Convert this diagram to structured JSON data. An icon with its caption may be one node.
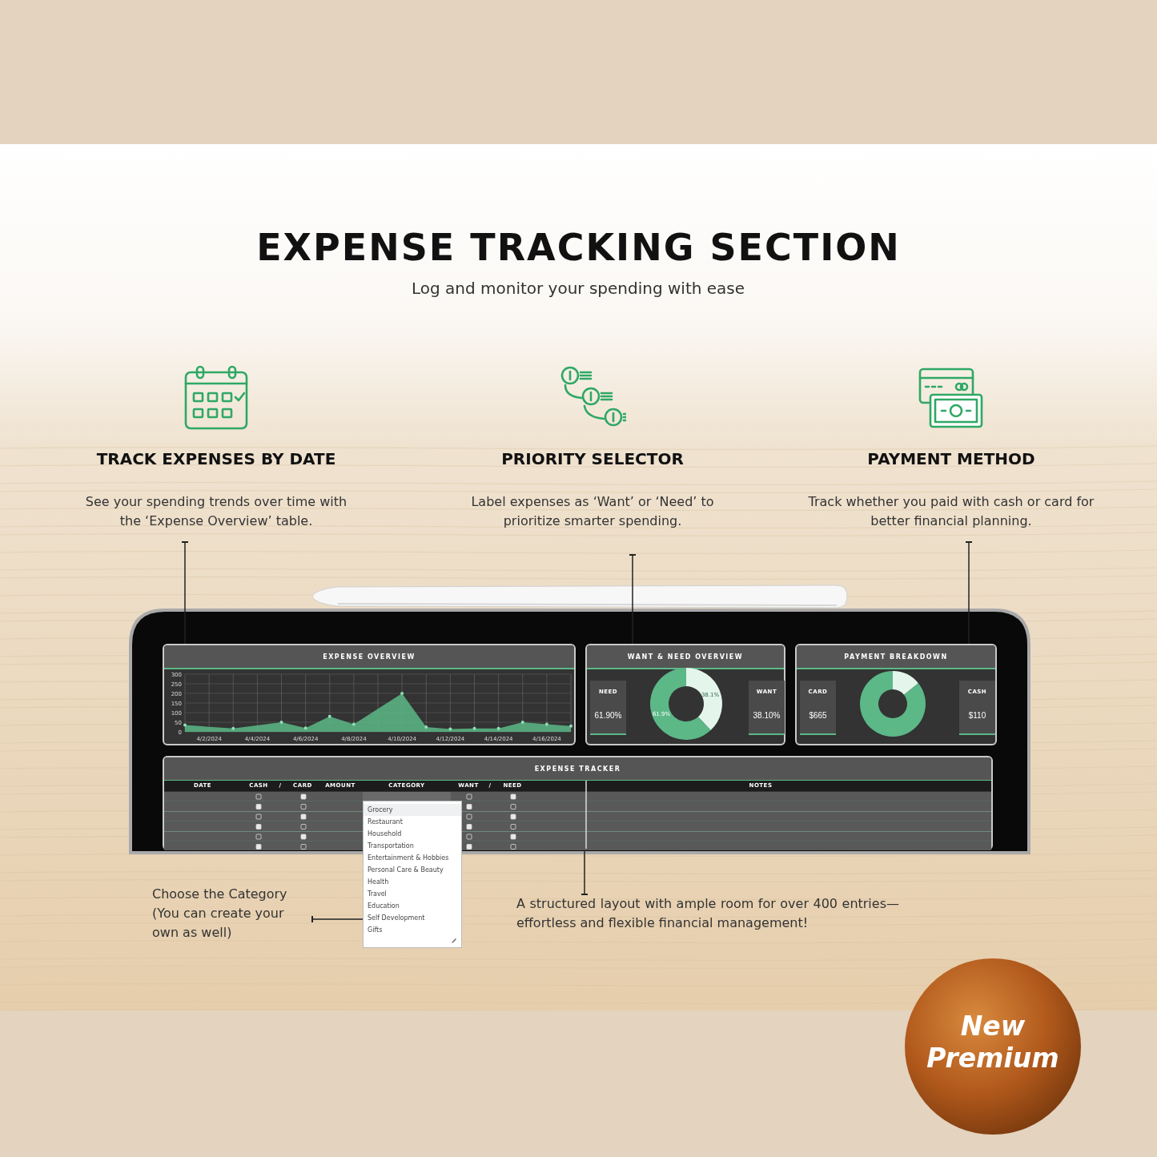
{
  "diagram": {
    "title": "EXPENSE TRACKING SECTION",
    "nodes": [
      {
        "text": [
          "TRACK EXPENSES BY DATE",
          "See your spending trends over time with the ‘Expense Overview’ table."
        ]
      },
      {
        "text": [
          "PRIORITY SELECTOR",
          "Label expenses as ‘Want’ or ‘Need’ to prioritize smarter spending."
        ]
      },
      {
        "text": [
          "PAYMENT METHOD",
          "Track whether you paid with cash or card for better financial planning."
        ]
      },
      {
        "text": [
          "EXPENSE OVERVIEW"
        ]
      },
      {
        "text": [
          "WANT & NEED OVERVIEW"
        ]
      },
      {
        "text": [
          "NEED",
          "61.90%"
        ],
        "in": 4
      },
      {
        "text": [
          "WANT",
          "38.10%"
        ],
        "in": 4
      },
      {
        "text": [
          "PAYMENT BREAKDOWN"
        ]
      },
      {
        "text": [
          "CARD",
          "$665"
        ],
        "in": 7
      },
      {
        "text": [
          "CASH",
          "$110"
        ],
        "in": 7
      },
      {
        "text": [
          "EXPENSE TRACKER"
        ]
      },
      {
        "text": [
          "Grocery",
          "Restaurant",
          "Household",
          "Transportation",
          "Entertainment & Hobbies",
          "Personal Care & Beauty",
          "Health",
          "Travel",
          "Education",
          "Self Development",
          "Gifts"
        ]
      },
      {
        "text": [
          "Choose the Category (You can create your own as well)"
        ]
      },
      {
        "text": [
          "A structured layout with ample room for over 400 entries—effortless and flexible financial management!"
        ]
      }
    ],
    "edges": [
      {
        "from": 0,
        "to": 3,
        "arrow": "other"
      },
      {
        "from": 1,
        "to": 4,
        "arrow": "other"
      },
      {
        "from": 2,
        "to": 7,
        "arrow": "other"
      },
      {
        "from": 12,
        "to": 11,
        "arrow": "other"
      },
      {
        "from": 13,
        "to": 10,
        "arrow": "other"
      }
    ],
    "labels": [
      "Log and monitor your spending with ease",
      "DATE",
      "CASH",
      "/",
      "CARD",
      "AMOUNT",
      "CATEGORY",
      "WANT",
      "/",
      "NEED",
      "NOTES",
      "61.9%",
      "38.1%",
      "New Premium"
    ],
    "chart_data": {
      "type": "area",
      "categories": [
        null,
        "4/2/2024",
        null,
        "4/4/2024",
        null,
        "4/6/2024",
        null,
        "4/8/2024",
        null,
        "4/10/2024",
        null,
        "4/12/2024",
        null,
        "4/14/2024",
        null,
        "4/16/2024",
        null
      ],
      "series": [
        {
          "color": "#5cb887",
          "values": [
            35,
            null,
            18,
            null,
            50,
            20,
            80,
            40,
            null,
            200,
            25,
            15,
            18,
            18,
            50,
            40,
            30
          ]
        }
      ],
      "ylim": [
        0,
        300
      ],
      "grid": true,
      "yticks": [
        0,
        50,
        100,
        150,
        200,
        250,
        300
      ]
    }
  }
}
